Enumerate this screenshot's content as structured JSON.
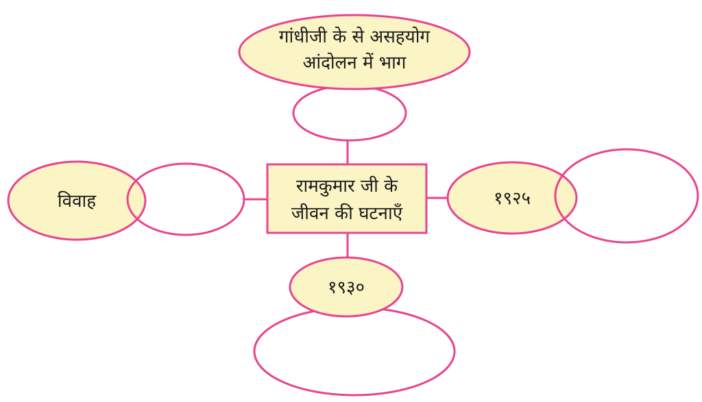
{
  "diagram": {
    "center": {
      "line1": "रामकुमार जी के",
      "line2": "जीवन की घटनाएँ"
    },
    "top": {
      "line1": "गांधीजी के से असहयोग",
      "line2": "आंदोलन में भाग"
    },
    "left": {
      "label": "विवाह"
    },
    "right": {
      "label": "१९२५"
    },
    "bottom": {
      "label": "१९३०"
    }
  },
  "colors": {
    "stroke": "#e8448f",
    "fill": "#fbf4c4",
    "blank_fill": "#ffffff",
    "text": "#1a1a1a"
  }
}
